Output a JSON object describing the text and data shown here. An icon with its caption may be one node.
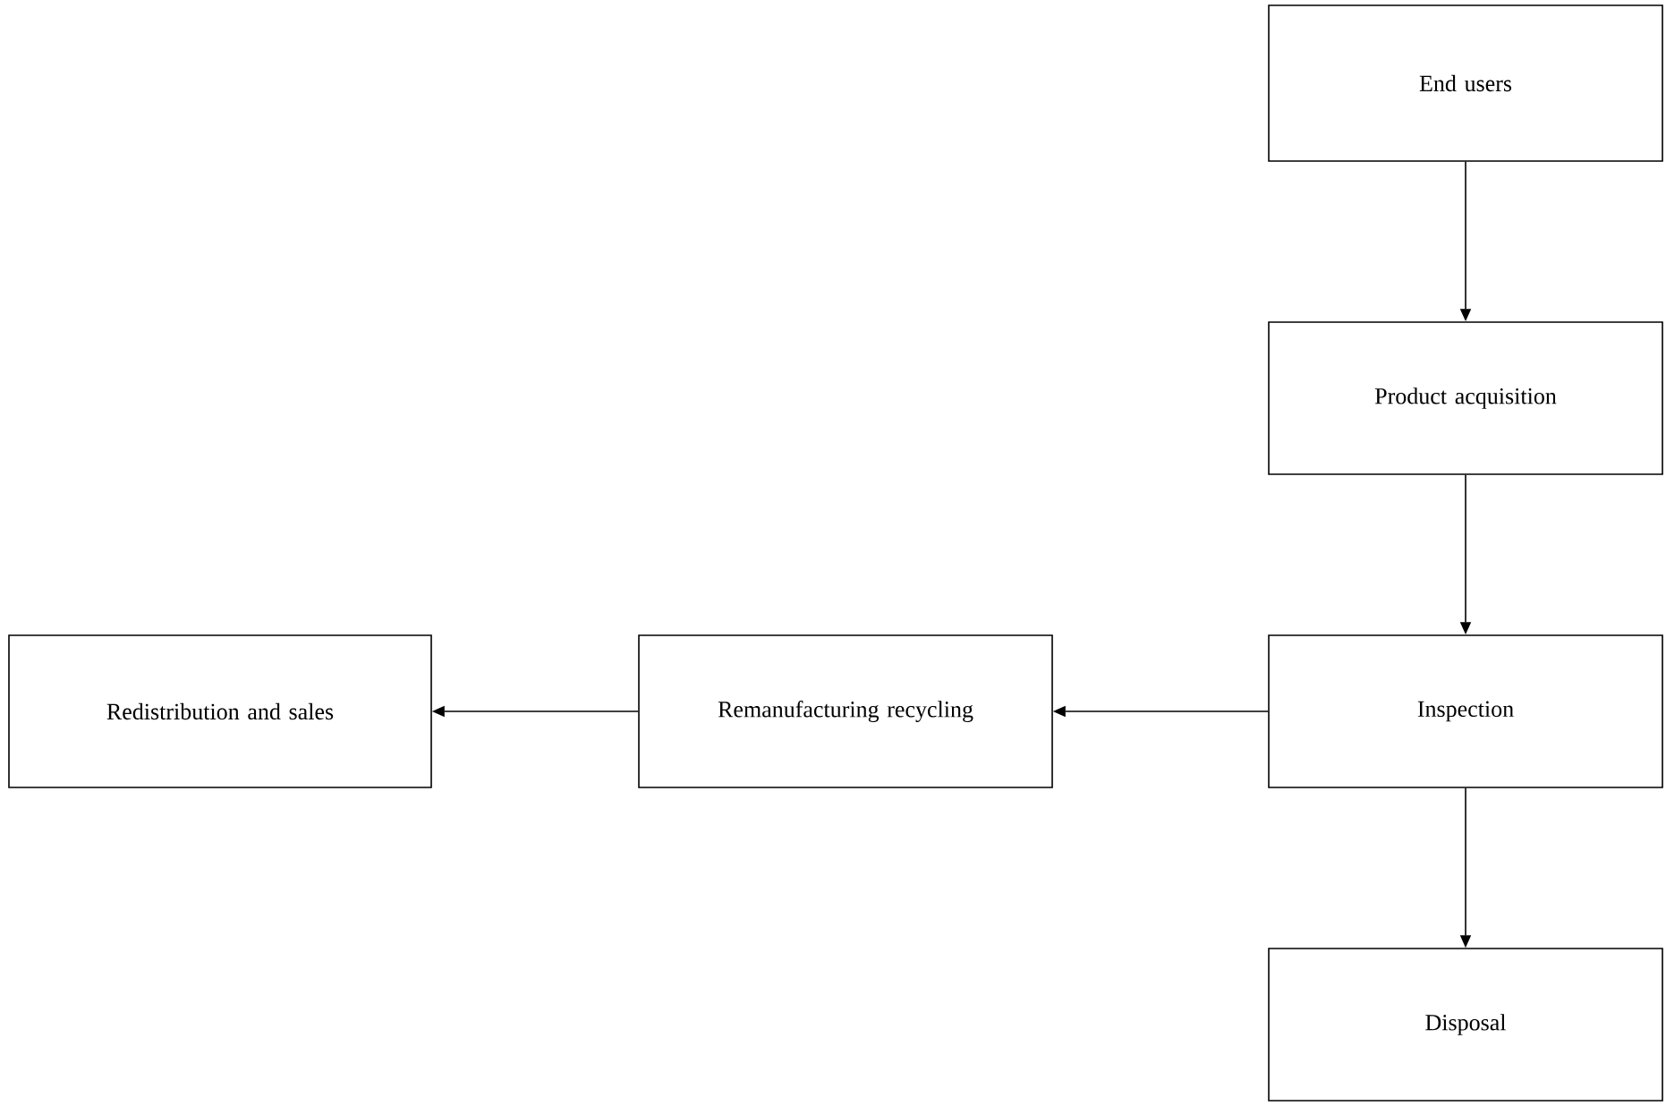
{
  "diagram": {
    "nodes": [
      {
        "text": [
          "End users"
        ]
      },
      {
        "text": [
          "Product acquisition"
        ]
      },
      {
        "text": [
          "Inspection"
        ]
      },
      {
        "text": [
          "Disposal"
        ]
      },
      {
        "text": [
          "Remanufacturing recycling"
        ]
      },
      {
        "text": [
          "Redistribution and sales"
        ]
      }
    ],
    "edges": [
      {
        "from": 0,
        "to": 1,
        "arrow": "to"
      },
      {
        "from": 1,
        "to": 2,
        "arrow": "to"
      },
      {
        "from": 2,
        "to": 3,
        "arrow": "to"
      },
      {
        "from": 2,
        "to": 4,
        "arrow": "to"
      },
      {
        "from": 4,
        "to": 5,
        "arrow": "to"
      }
    ]
  }
}
